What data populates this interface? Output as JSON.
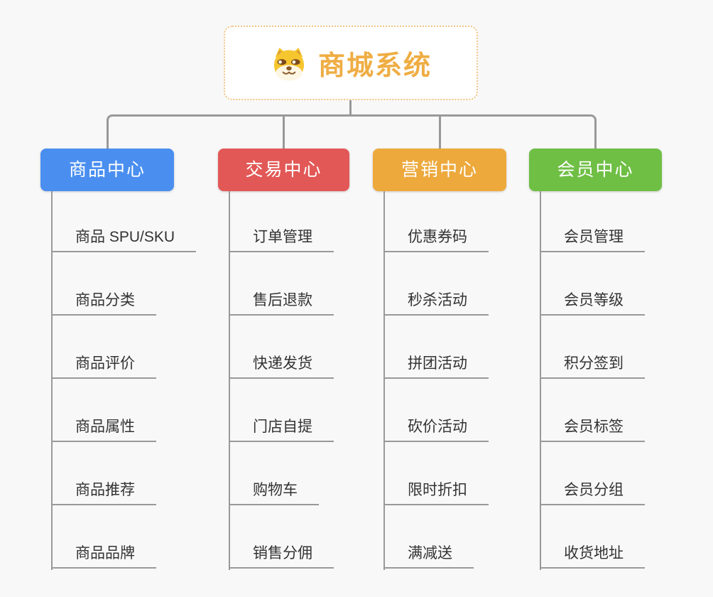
{
  "root": {
    "title": "商城系统",
    "icon": "shiba-dog-icon"
  },
  "colors": {
    "background": "#f8f8f8",
    "connector": "#999999",
    "root_border": "#f2c382",
    "root_title_text": "#efad43",
    "leaf_text": "#333333",
    "branch_text": "#ffffff"
  },
  "branches": [
    {
      "label": "商品中心",
      "color": "#4a8ff0",
      "items": [
        "商品 SPU/SKU",
        "商品分类",
        "商品评价",
        "商品属性",
        "商品推荐",
        "商品品牌"
      ]
    },
    {
      "label": "交易中心",
      "color": "#e25856",
      "items": [
        "订单管理",
        "售后退款",
        "快递发货",
        "门店自提",
        "购物车",
        "销售分佣"
      ]
    },
    {
      "label": "营销中心",
      "color": "#eda93c",
      "items": [
        "优惠券码",
        "秒杀活动",
        "拼团活动",
        "砍价活动",
        "限时折扣",
        "满减送"
      ]
    },
    {
      "label": "会员中心",
      "color": "#6fbf45",
      "items": [
        "会员管理",
        "会员等级",
        "积分签到",
        "会员标签",
        "会员分组",
        "收货地址"
      ]
    }
  ]
}
